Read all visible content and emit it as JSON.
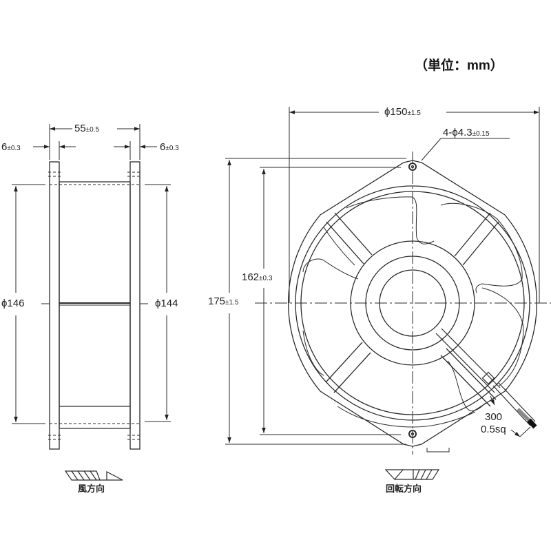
{
  "unit_label": "（単位：mm）",
  "side_view": {
    "depth": {
      "value": "55",
      "tol": "±0.5"
    },
    "flange_left": {
      "value": "6",
      "tol": "±0.3"
    },
    "flange_right": {
      "value": "6",
      "tol": "±0.3"
    },
    "diameter_outer": {
      "value": "ϕ146"
    },
    "diameter_inner": {
      "value": "ϕ144"
    },
    "caption": "風方向"
  },
  "front_view": {
    "width": {
      "value": "ϕ150",
      "tol": "±1.5"
    },
    "holes": {
      "value": "4-ϕ4.3",
      "tol": "±0.15"
    },
    "hole_pitch": {
      "value": "162",
      "tol": "±0.3"
    },
    "height": {
      "value": "175",
      "tol": "±1.5"
    },
    "lead_length": "300",
    "lead_gauge": "0.5sq",
    "caption": "回転方向"
  },
  "colors": {
    "line": "#2a2a2a",
    "background": "#ffffff"
  }
}
